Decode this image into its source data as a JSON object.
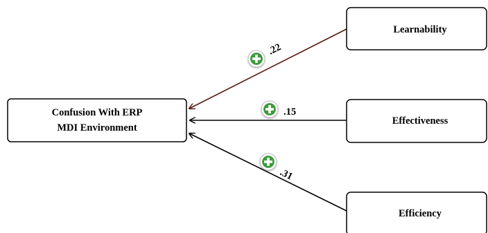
{
  "diagram": {
    "target": {
      "line1": "Confusion With ERP",
      "line2": "MDI Environment"
    },
    "predictors": [
      {
        "label": "Learnability",
        "coefficient": ".22",
        "sign": "positive",
        "arrow_color": "#5a1414"
      },
      {
        "label": "Effectiveness",
        "coefficient": ".15",
        "sign": "positive",
        "arrow_color": "#000000"
      },
      {
        "label": "Efficiency",
        "coefficient": ".31",
        "sign": "positive",
        "arrow_color": "#000000"
      }
    ],
    "sign_icon": {
      "name": "plus-icon",
      "color": "#3a9a3a"
    }
  }
}
